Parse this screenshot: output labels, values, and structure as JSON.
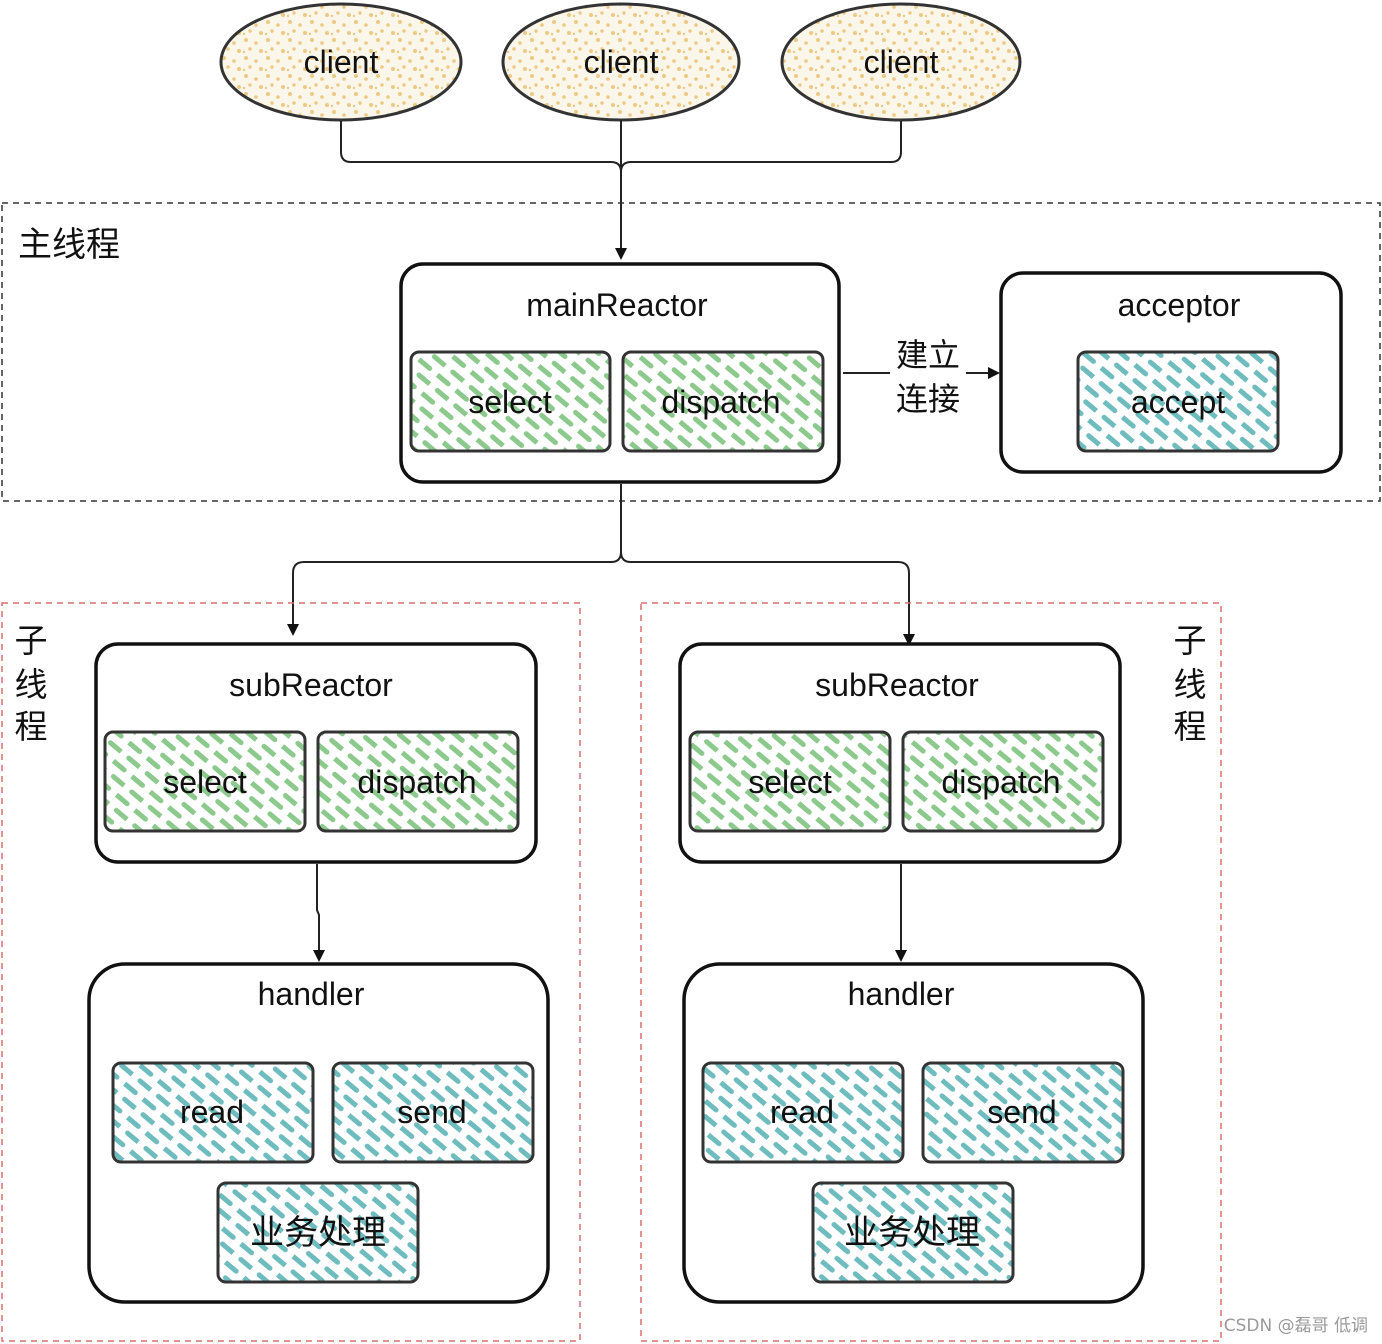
{
  "diagram": {
    "clients": [
      "client",
      "client",
      "client"
    ],
    "main_thread_label": "主线程",
    "main_reactor": {
      "title": "mainReactor",
      "items": [
        "select",
        "dispatch"
      ]
    },
    "connect_label_line1": "建立",
    "connect_label_line2": "连接",
    "acceptor": {
      "title": "acceptor",
      "item": "accept"
    },
    "sub_thread_label_chars": [
      "子",
      "线",
      "程"
    ],
    "sub_groups": [
      {
        "reactor_title": "subReactor",
        "reactor_items": [
          "select",
          "dispatch"
        ],
        "handler_title": "handler",
        "handler_items": [
          "read",
          "send",
          "业务处理"
        ]
      },
      {
        "reactor_title": "subReactor",
        "reactor_items": [
          "select",
          "dispatch"
        ],
        "handler_title": "handler",
        "handler_items": [
          "read",
          "send",
          "业务处理"
        ]
      }
    ]
  },
  "watermark": "CSDN @磊哥 低调",
  "colors": {
    "client_fill": "#f2ddb0",
    "green_hatch": "#8cc98c",
    "teal_hatch": "#6fbcbf",
    "border": "#222222",
    "red_dash": "#d9706e"
  }
}
